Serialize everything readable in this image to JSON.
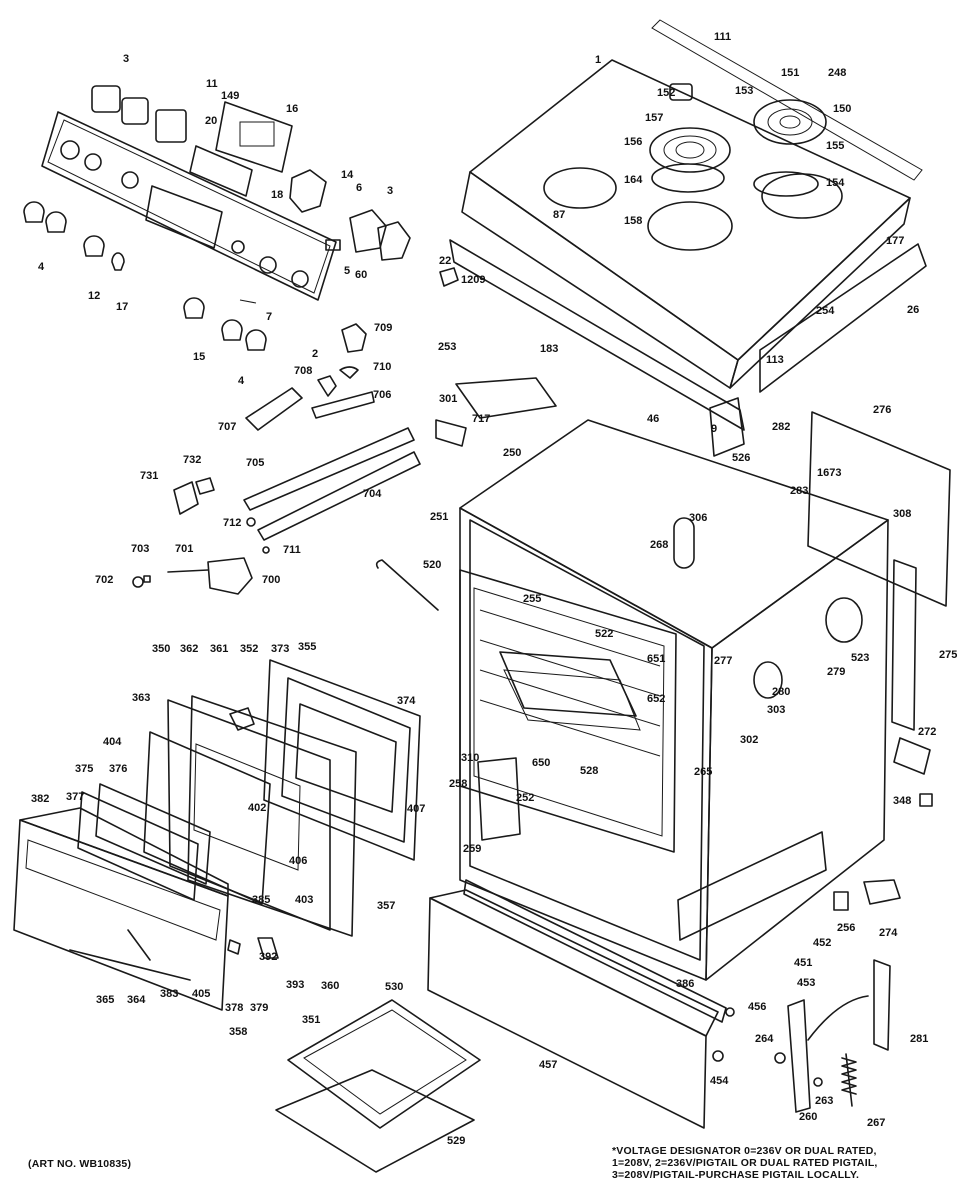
{
  "art_number": "(ART NO. WB10835)",
  "voltage_note": [
    "*VOLTAGE DESIGNATOR 0=236V OR DUAL RATED,",
    "1=208V, 2=236V/PIGTAIL OR DUAL RATED PIGTAIL,",
    "3=208V/PIGTAIL-PURCHASE PIGTAIL LOCALLY."
  ],
  "callouts": [
    "3",
    "11",
    "149",
    "20",
    "16",
    "18",
    "14",
    "6",
    "3",
    "5",
    "60",
    "4",
    "12",
    "17",
    "7",
    "15",
    "4",
    "2",
    "709",
    "710",
    "708",
    "706",
    "707",
    "705",
    "704",
    "731",
    "732",
    "712",
    "711",
    "703",
    "701",
    "702",
    "700",
    "111",
    "1",
    "151",
    "248",
    "152",
    "153",
    "150",
    "157",
    "156",
    "155",
    "164",
    "154",
    "158",
    "87",
    "22",
    "1209",
    "177",
    "26",
    "254",
    "253",
    "183",
    "113",
    "301",
    "717",
    "46",
    "9",
    "282",
    "276",
    "250",
    "526",
    "1673",
    "283",
    "308",
    "251",
    "306",
    "268",
    "520",
    "255",
    "522",
    "277",
    "651",
    "652",
    "523",
    "275",
    "279",
    "280",
    "303",
    "302",
    "272",
    "310",
    "258",
    "252",
    "650",
    "528",
    "265",
    "348",
    "259",
    "350",
    "362",
    "361",
    "352",
    "373",
    "355",
    "363",
    "374",
    "404",
    "375",
    "376",
    "402",
    "406",
    "407",
    "382",
    "377",
    "385",
    "403",
    "357",
    "365",
    "364",
    "383",
    "405",
    "378",
    "379",
    "392",
    "393",
    "360",
    "351",
    "358",
    "530",
    "529",
    "386",
    "452",
    "451",
    "453",
    "456",
    "457",
    "454",
    "256",
    "274",
    "264",
    "263",
    "260",
    "267",
    "281"
  ]
}
